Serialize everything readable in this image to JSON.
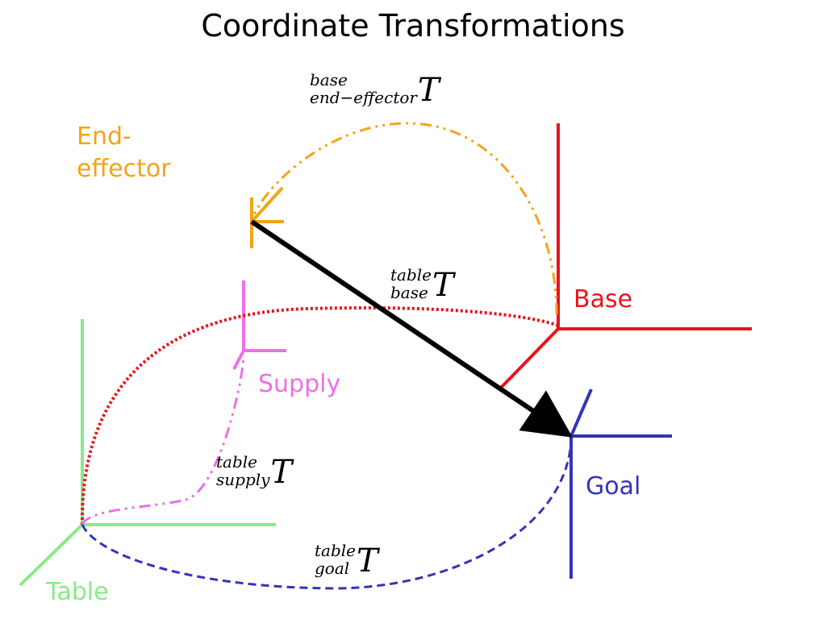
{
  "title": "Coordinate Transformations",
  "frames": {
    "end_effector": {
      "label_line1": "End-",
      "label_line2": "effector",
      "color": "#f5a31a"
    },
    "base": {
      "label": "Base",
      "color": "#e8141c"
    },
    "supply": {
      "label": "Supply",
      "color": "#ee6ee8"
    },
    "goal": {
      "label": "Goal",
      "color": "#3434b8"
    },
    "table": {
      "label": "Table",
      "color": "#86ec86"
    }
  },
  "transforms": {
    "base_to_end_effector": {
      "superscript": "base",
      "subscript": "end−effector",
      "symbol": "T"
    },
    "table_to_base": {
      "superscript": "table",
      "subscript": "base",
      "symbol": "T"
    },
    "table_to_supply": {
      "superscript": "table",
      "subscript": "supply",
      "symbol": "T"
    },
    "table_to_goal": {
      "superscript": "table",
      "subscript": "goal",
      "symbol": "T"
    }
  },
  "colors": {
    "arrow": "#000000"
  }
}
